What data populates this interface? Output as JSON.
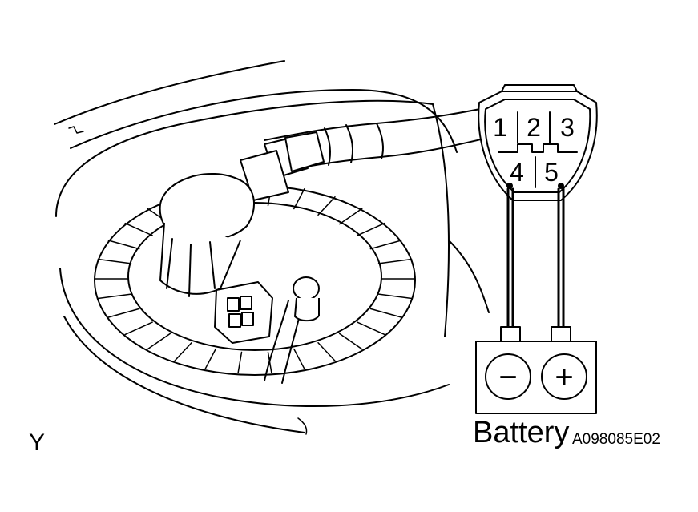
{
  "connector": {
    "pins": [
      "1",
      "2",
      "3",
      "4",
      "5"
    ]
  },
  "battery": {
    "label": "Battery",
    "negative_symbol": "−",
    "positive_symbol": "+"
  },
  "corner_mark": "Y",
  "figure_code": "A098085E02"
}
